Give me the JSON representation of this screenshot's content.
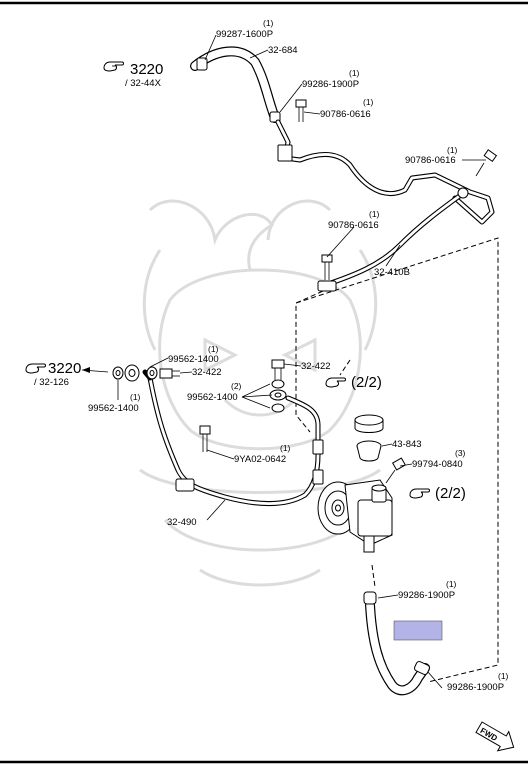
{
  "callouts": [
    {
      "text": "99287-1600P",
      "qty": "(1)"
    },
    {
      "text": "32-684"
    },
    {
      "text": "99286-1900P",
      "qty": "(1)"
    },
    {
      "text": "90786-0616",
      "qty": "(1)"
    },
    {
      "text": "90786-0616",
      "qty": "(1)"
    },
    {
      "text": "90786-0616",
      "qty": "(1)"
    },
    {
      "text": "32-410B"
    },
    {
      "text": "99562-1400",
      "qty": "(1)"
    },
    {
      "text": "32-422"
    },
    {
      "text": "99562-1400",
      "qty": "(1)"
    },
    {
      "text": "32-422"
    },
    {
      "text": "99562-1400",
      "qty": "(2)"
    },
    {
      "text": "43-843"
    },
    {
      "text": "99794-0840",
      "qty": "(3)"
    },
    {
      "text": "9YA02-0642",
      "qty": "(1)"
    },
    {
      "text": "32-490"
    },
    {
      "text": "99286-1900P",
      "qty": "(1)"
    },
    {
      "text": "99286-1900P",
      "qty": "(1)"
    }
  ],
  "refs": [
    {
      "main": "3220",
      "sub": "/ 32-44X"
    },
    {
      "main": "3220",
      "sub": "/ 32-126"
    },
    {
      "main": "(2/2)"
    },
    {
      "main": "(2/2)"
    }
  ],
  "fwd_label": "FWD",
  "colors": {
    "line": "#000000",
    "highlight": "#b3b3e8",
    "watermark": "#dcdcdc"
  },
  "icons": [
    "pointing-hand-icon",
    "fwd-arrow-icon"
  ]
}
